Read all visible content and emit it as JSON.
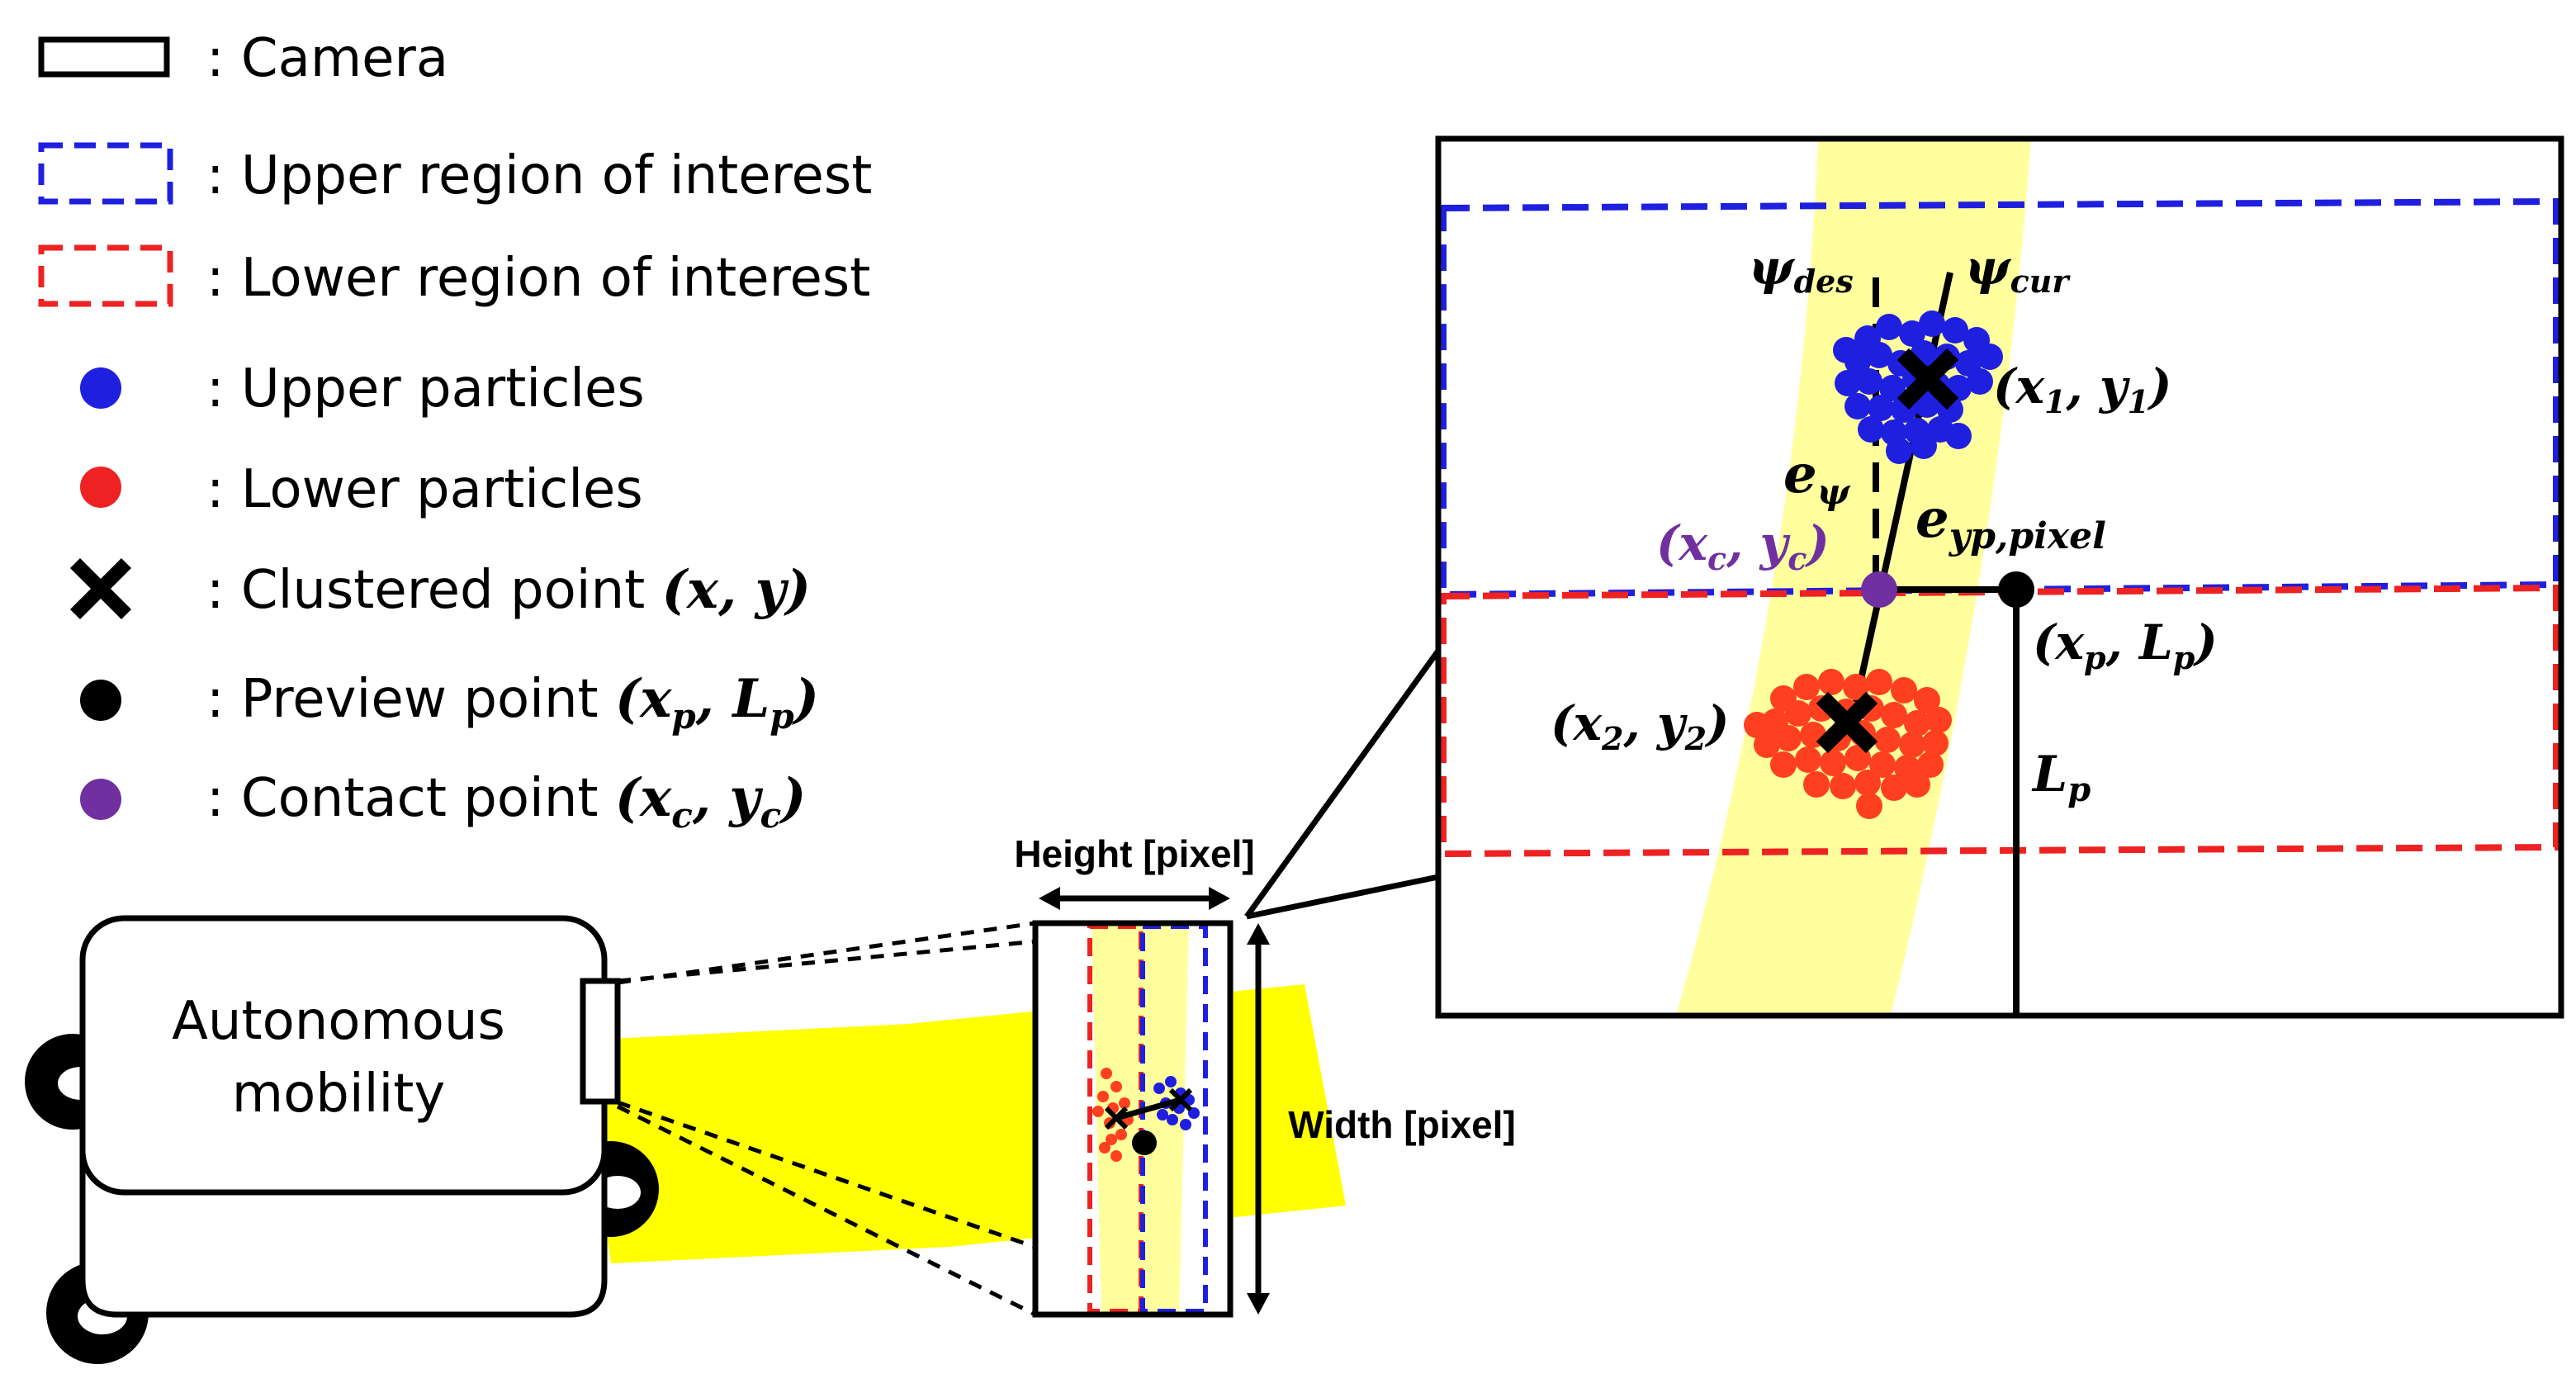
{
  "legend": [
    {
      "symbol": "camera",
      "label": ": Camera"
    },
    {
      "symbol": "upper-roi",
      "label": ": Upper region of interest"
    },
    {
      "symbol": "lower-roi",
      "label": ": Lower region of interest"
    },
    {
      "symbol": "upper-particle",
      "label": ": Upper particles"
    },
    {
      "symbol": "lower-particle",
      "label": ": Lower particles"
    },
    {
      "symbol": "clustered-point",
      "label": ": Clustered point ",
      "math": "(x, y)"
    },
    {
      "symbol": "preview-point",
      "label": ": Preview point ",
      "math": "(xp, Lp)"
    },
    {
      "symbol": "contact-point",
      "label": ": Contact point ",
      "math": "(xc, yc)"
    }
  ],
  "vehicle": {
    "label_line1": "Autonomous",
    "label_line2": "mobility"
  },
  "dimensions": {
    "height": "Height [pixel]",
    "width": "Width [pixel]"
  },
  "zoom": {
    "psi_des": "ψdes",
    "psi_cur": "ψcur",
    "cluster1": "(x1, y1)",
    "cluster2": "(x2, y2)",
    "e_psi": "eψ",
    "e_yp": "eyp,pixel",
    "contact": "(xc, yc)",
    "preview": "(xp, Lp)",
    "lp": "Lp"
  },
  "colors": {
    "upper": "#1f1fe0",
    "lower": "#ee2222",
    "lane": "#ffff00",
    "lane_light": "#ffff9e",
    "contact": "#7030a0",
    "lower_particle": "#ff4020"
  }
}
